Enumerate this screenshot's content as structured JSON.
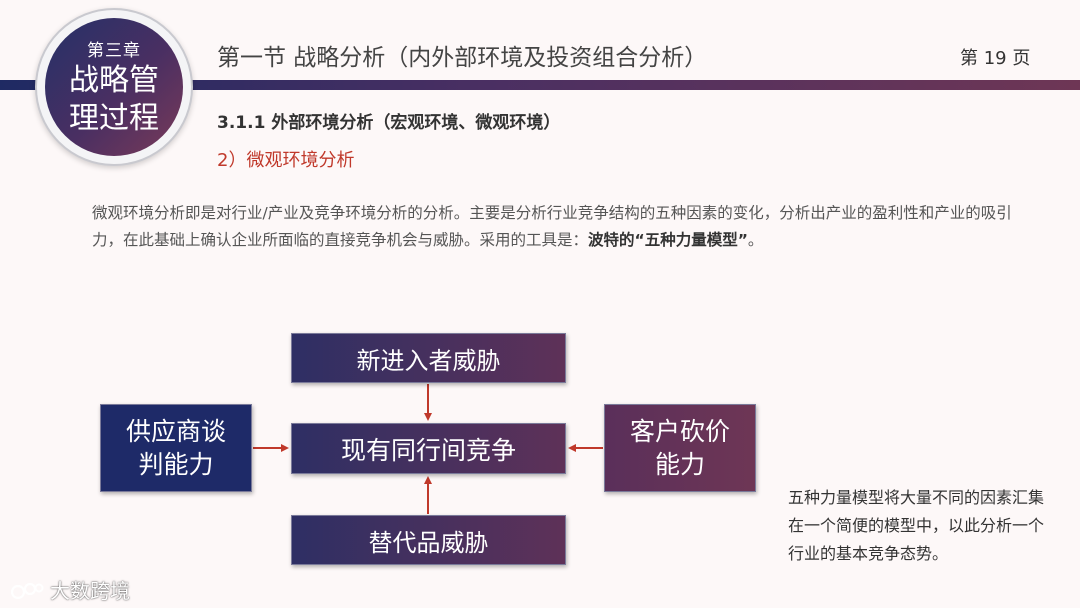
{
  "header": {
    "chapter": "第三章",
    "chapter_title_line1": "战略管",
    "chapter_title_line2": "理过程",
    "title": "第一节  战略分析（内外部环境及投资组合分析）",
    "page": "第 19 页"
  },
  "section": {
    "subtitle": "3.1.1 外部环境分析（宏观环境、微观环境）",
    "subsection": "2）微观环境分析"
  },
  "paragraph": {
    "text": "微观环境分析即是对行业/产业及竞争环境分析的分析。主要是分析行业竞争结构的五种因素的变化，分析出产业的盈利性和产业的吸引力，在此基础上确认企业所面临的直接竞争机会与威胁。采用的工具是：",
    "emphasis": "波特的“五种力量模型”",
    "tail": "。"
  },
  "diagram": {
    "top": "新进入者威胁",
    "center": "现有同行间竞争",
    "bottom": "替代品威胁",
    "left_line1": "供应商谈",
    "left_line2": "判能力",
    "right_line1": "客户砍价",
    "right_line2": "能力",
    "arrow_color": "#c0392b"
  },
  "note": {
    "text": "五种力量模型将大量不同的因素汇集在一个简便的模型中，以此分析一个行业的基本竞争态势。"
  },
  "watermark": {
    "text": "大数跨境"
  }
}
